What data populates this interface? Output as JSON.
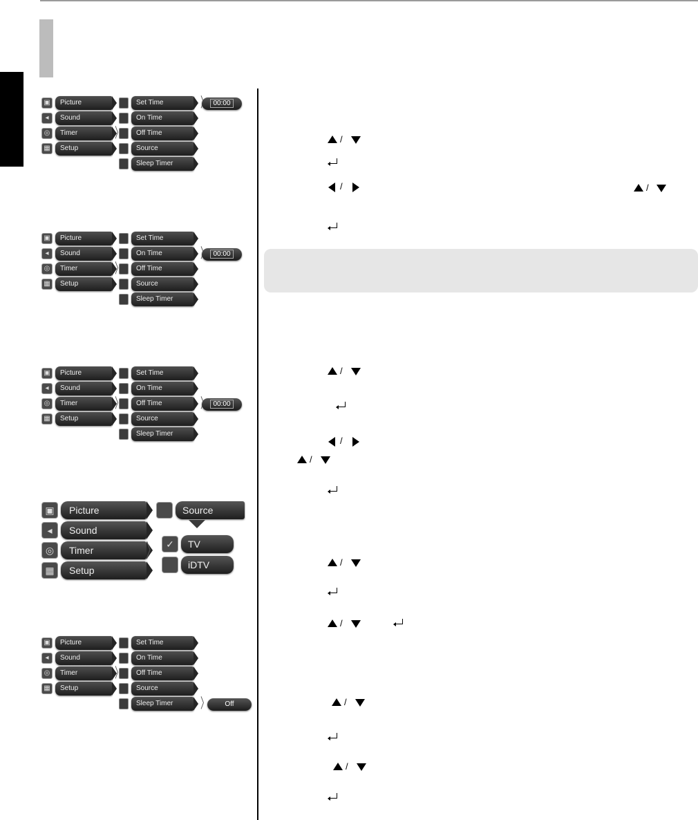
{
  "menu": {
    "main_items": [
      "Picture",
      "Sound",
      "Timer",
      "Setup"
    ],
    "timer_items": [
      "Set Time",
      "On Time",
      "Off Time",
      "Source",
      "Sleep Timer"
    ],
    "source_title": "Source",
    "source_options": [
      "TV",
      "iDTV"
    ]
  },
  "values": {
    "set_time": "00:00",
    "on_time": "00:00",
    "off_time": "00:00",
    "sleep_timer": "Off"
  },
  "icons": {
    "up": "up-arrow-icon",
    "down": "down-arrow-icon",
    "left": "left-arrow-icon",
    "right": "right-arrow-icon",
    "enter": "enter-icon"
  }
}
